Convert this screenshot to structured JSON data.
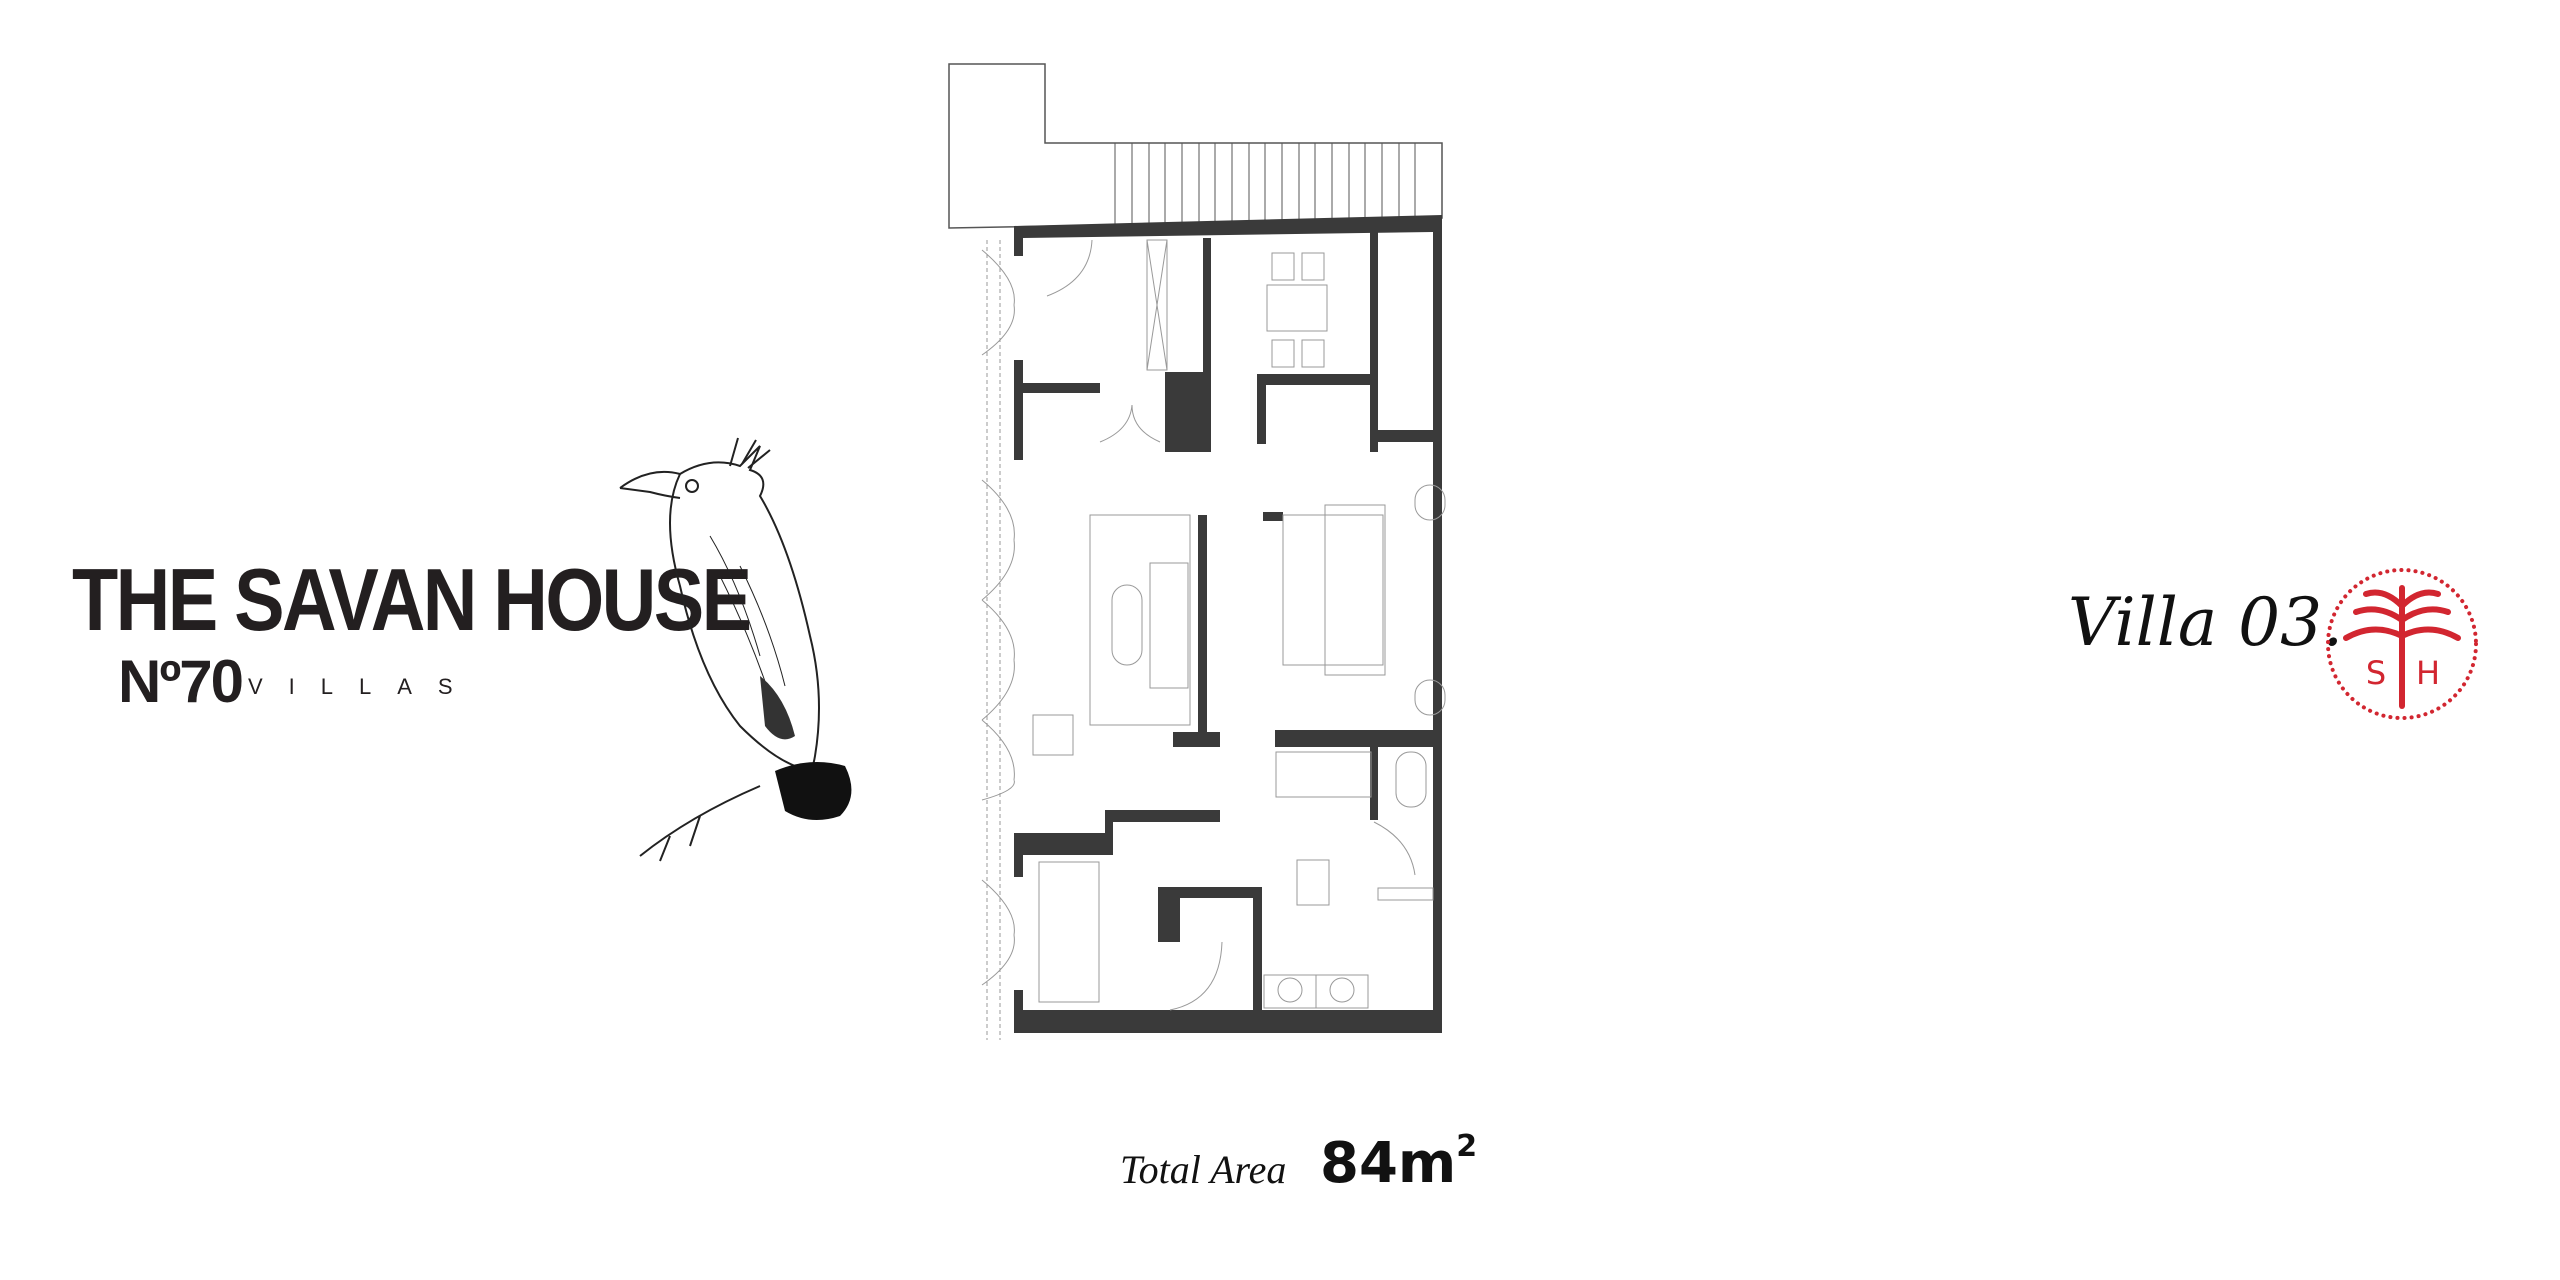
{
  "brand": {
    "title": "THE SAVAN HOUSE",
    "number": "Nº70",
    "subtitle": "VILLAS"
  },
  "villa": {
    "label": "Villa 03.",
    "seal_letters": "SH"
  },
  "area": {
    "label": "Total Area",
    "value": "84m",
    "unit_exponent": "2"
  },
  "colors": {
    "wall": "#3a3a3a",
    "line": "#9a9a9a",
    "accent_red": "#d22630",
    "text": "#231f20"
  },
  "icons": {
    "illustration": "bird-sketch-icon",
    "seal": "palm-seal-logo-icon"
  }
}
